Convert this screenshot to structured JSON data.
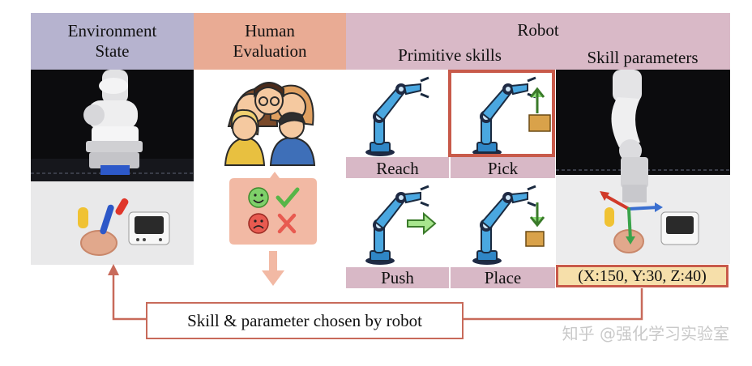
{
  "env": {
    "title_line1": "Environment",
    "title_line2": "State"
  },
  "human": {
    "title_line1": "Human",
    "title_line2": "Evaluation"
  },
  "robot": {
    "title": "Robot",
    "primitive_title": "Primitive skills",
    "params_title": "Skill parameters",
    "skills": [
      {
        "label": "Reach"
      },
      {
        "label": "Pick"
      },
      {
        "label": "Push"
      },
      {
        "label": "Place"
      }
    ],
    "parameters": "(X:150, Y:30, Z:40)"
  },
  "feedback": {
    "label": "Skill & parameter chosen by robot"
  },
  "watermark": "知乎 @强化学习实验室",
  "colors": {
    "env_header": "#b6b3cf",
    "human_header": "#e9ab94",
    "robot_header": "#d9b9c7",
    "skill_label_bg": "#d8b8c6",
    "highlight": "#c85a4a",
    "param_bg": "#f6dfaa",
    "arrow": "#c86a5a"
  }
}
